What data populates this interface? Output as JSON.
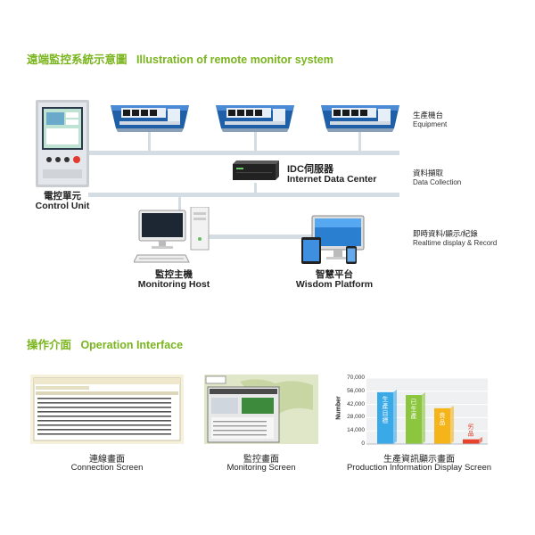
{
  "remote_section": {
    "title_zh": "遠端監控系統示意圖",
    "title_en": "Illustration of remote monitor system"
  },
  "side_labels": {
    "equipment_zh": "生產機台",
    "equipment_en": "Equipment",
    "data_collection_zh": "資料擷取",
    "data_collection_en": "Data Collection",
    "realtime_zh": "即時資料/顯示/紀錄",
    "realtime_en": "Realtime display & Record"
  },
  "nodes": {
    "idc_zh": "IDC伺服器",
    "idc_en": "Internet Data Center",
    "control_zh": "電控單元",
    "control_en": "Control Unit",
    "host_zh": "監控主機",
    "host_en": "Monitoring Host",
    "wisdom_zh": "智慧平台",
    "wisdom_en": "Wisdom Platform"
  },
  "operation_section": {
    "title_zh": "操作介面",
    "title_en": "Operation Interface"
  },
  "screens": [
    {
      "zh": "連線畫面",
      "en": "Connection Screen"
    },
    {
      "zh": "監控畫面",
      "en": "Monitoring Screen"
    },
    {
      "zh": "生產資訊顯示畫面",
      "en": "Production Information Display Screen"
    }
  ],
  "chart_data": {
    "type": "bar",
    "ylabel": "Number",
    "ylim": [
      0,
      70000
    ],
    "yticks": [
      "70,000",
      "56,000",
      "42,000",
      "28,000",
      "14,000",
      "0"
    ],
    "categories": [
      "生產目標",
      "已生產",
      "良品",
      "劣品"
    ],
    "values": [
      55000,
      52000,
      38000,
      5000
    ],
    "colors": [
      "#3aa9e8",
      "#8cc63f",
      "#f5b41a",
      "#e8412c"
    ]
  },
  "colors": {
    "accent": "#7ab51d",
    "bus": "#d4dde3",
    "machine_blue": "#1f5fa8"
  }
}
